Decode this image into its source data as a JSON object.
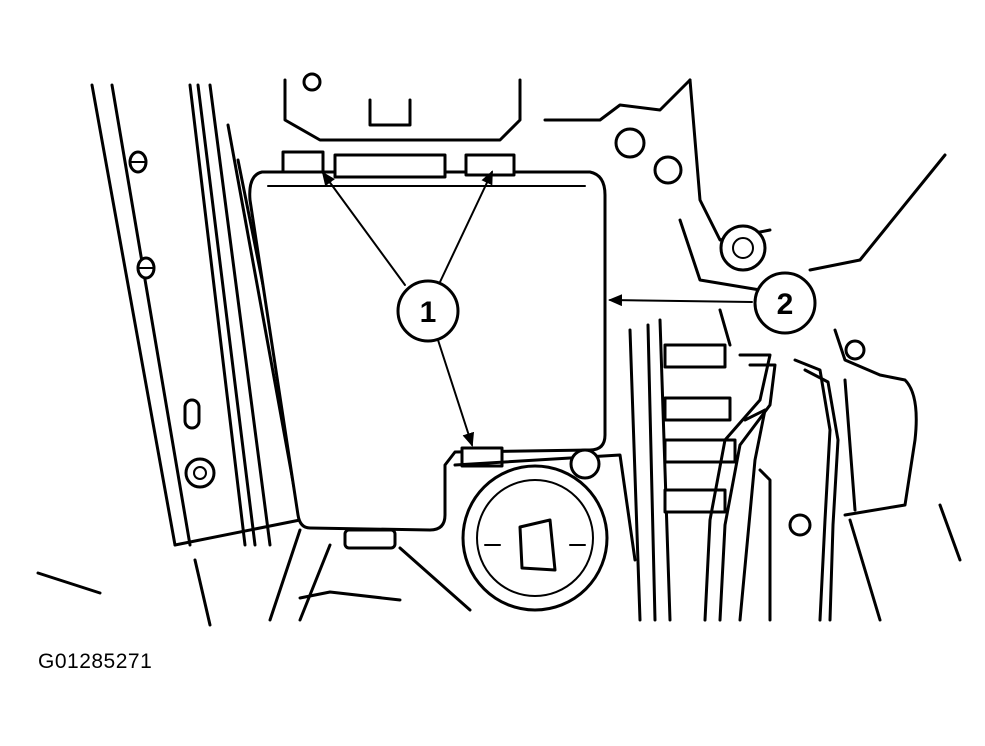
{
  "callouts": [
    {
      "id": "1",
      "label": "1"
    },
    {
      "id": "2",
      "label": "2"
    }
  ],
  "figure_id": "G01285271",
  "colors": {
    "ink": "#000000",
    "paper": "#ffffff"
  }
}
